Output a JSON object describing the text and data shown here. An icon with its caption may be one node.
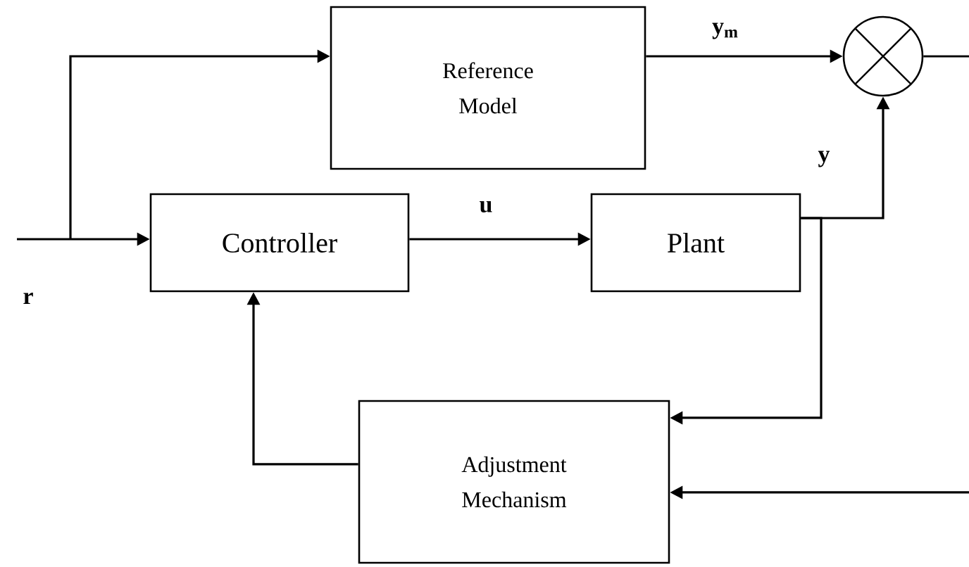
{
  "diagram": {
    "nodes": [
      {
        "text": [
          "Reference Model"
        ]
      },
      {
        "text": [
          "Controller"
        ]
      },
      {
        "text": [
          "Plant"
        ]
      },
      {
        "text": [
          "Adjustment Mechanism"
        ]
      },
      {
        "text": [],
        "shape": "circle"
      }
    ],
    "edges": [
      {
        "from": null,
        "to": 1,
        "arrow": "to",
        "label": "r"
      },
      {
        "from": null,
        "to": 0,
        "arrow": "to"
      },
      {
        "from": 0,
        "to": 4,
        "arrow": "to",
        "label": "y$_{m}$"
      },
      {
        "from": 1,
        "to": 2,
        "arrow": "to",
        "label": "u"
      },
      {
        "from": 2,
        "to": 4,
        "arrow": "to",
        "label": "y"
      },
      {
        "from": 2,
        "to": 3,
        "arrow": "to"
      },
      {
        "from": 4,
        "to": 3,
        "arrow": "to"
      },
      {
        "from": 3,
        "to": 1,
        "arrow": "to"
      }
    ]
  }
}
